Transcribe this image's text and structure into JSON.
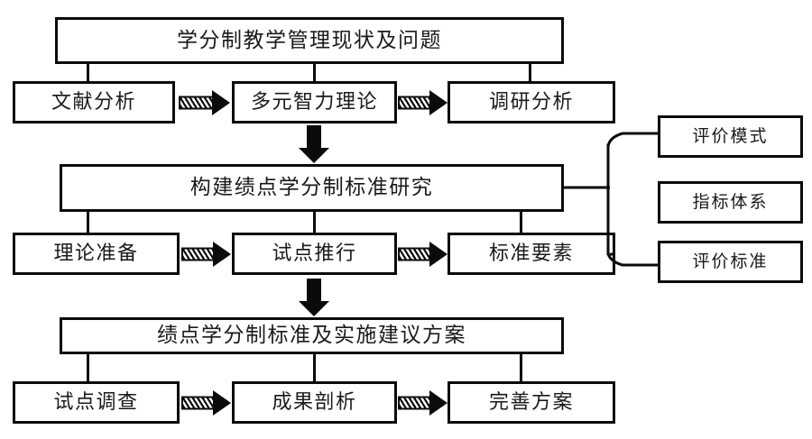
{
  "diagram": {
    "title_flow": "credit-system teaching management research flowchart",
    "colors": {
      "line": "#0b0b0b",
      "background": "#ffffff",
      "text": "#1a1a1a"
    },
    "stages": [
      {
        "id": "stage-1",
        "header": "学分制教学管理现状及问题",
        "steps": [
          "文献分析",
          "多元智力理论",
          "调研分析"
        ]
      },
      {
        "id": "stage-2",
        "header": "构建绩点学分制标准研究",
        "steps": [
          "理论准备",
          "试点推行",
          "标准要素"
        ]
      },
      {
        "id": "stage-3",
        "header": "绩点学分制标准及实施建议方案",
        "steps": [
          "试点调查",
          "成果剖析",
          "完善方案"
        ]
      }
    ],
    "side_items": [
      "评价模式",
      "指标体系",
      "评价标准"
    ],
    "arrow_icons": {
      "horizontal": "hatched-right-arrow",
      "vertical": "solid-down-arrow"
    }
  }
}
